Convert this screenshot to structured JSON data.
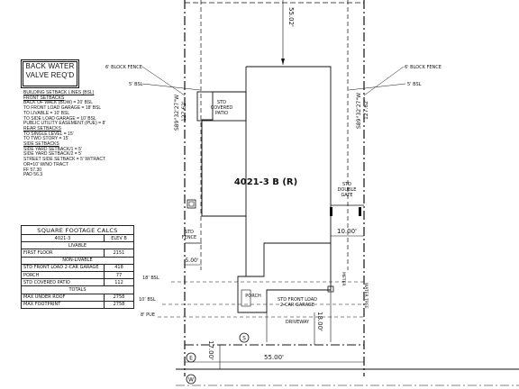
{
  "note_box": {
    "line1": "BACK WATER",
    "line2": "VALVE REQ'D"
  },
  "setbacks": [
    "BUILDING SETBACK LINES (BSL)",
    "FRONT SETBACKS",
    "BACK OF WALK (BOW) = 20' BSL",
    "TO FRONT LOAD GARAGE = 18' BSL",
    "TO LIVABLE = 10' BSL",
    "TO SIDE LOAD GARAGE = 10' BSL",
    "PUBLIC UTILITY EASEMENT (PUE) = 8'",
    "REAR SETBACKS",
    "TO SINGLE LEVEL = 15'",
    "TO TWO STORY = 15'",
    "SIDE SETBACKS",
    "SIDE YARD SETBACK/1 = 5'",
    "SIDE YARD SETBACK/2 = 5'",
    "STREET SIDE SETBACK = 5' W/TRACT",
    "OR=10' W/NO TRACT",
    "FF 57.30",
    "PAD 56.3"
  ],
  "calcs": {
    "title": "SQUARE FOOTAGE CALCS",
    "plan": "4021-3",
    "elev": "ELEV B",
    "livable_header": "LIVABLE",
    "non_livable_header": "NON-LIVABLE",
    "totals_header": "TOTALS",
    "livable": [
      {
        "label": "FIRST FLOOR",
        "value": "2151"
      }
    ],
    "non_livable": [
      {
        "label": "STD FRONT LOAD 2-CAR GARAGE",
        "value": "418"
      },
      {
        "label": "PORCH",
        "value": "77"
      },
      {
        "label": "STD COVERED PATIO",
        "value": "112"
      }
    ],
    "totals": [
      {
        "label": "MAX UNDER ROOF",
        "value": "2758"
      },
      {
        "label": "MAX FOOTPRINT",
        "value": "2758"
      }
    ]
  },
  "plan": {
    "house_label": "4021-3 B (R)",
    "patio_label_1": "STD",
    "patio_label_2": "COVERED",
    "patio_label_3": "PATIO",
    "porch_label": "PORCH",
    "garage_label_1": "STD FRONT LOAD",
    "garage_label_2": "2-CAR GARAGE",
    "driveway_label": "DRIVEWAY",
    "gate_label_1": "STD",
    "gate_label_2": "DOUBLE",
    "gate_label_3": "GATE",
    "std_fence_1": "STD",
    "std_fence_2": "FENCE",
    "left_fence_note": "6' BLOCK FENCE",
    "right_fence_note": "6' BLOCK FENCE",
    "left_bsl_note": "5' BSL",
    "right_bsl_note": "5' BSL",
    "bsl_18": "18' BSL",
    "bsl_10": "10' BSL",
    "pue_8": "8' PUE",
    "left_bearing": "S89°32'27\"W",
    "left_length": "127.62'",
    "right_bearing": "S89°32'27\"W",
    "right_length": "127.62'",
    "top_dim": "55.02'",
    "dim_10": "10.00'",
    "dim_5": "5.00'",
    "dim_17": "17.00'",
    "dim_18": "18.00'",
    "dim_55": "55.00'",
    "meter_label": "METER",
    "water_label": "WATER TREE",
    "sewer_symbol": "S",
    "elec_symbol": "E",
    "water_symbol": "W"
  }
}
